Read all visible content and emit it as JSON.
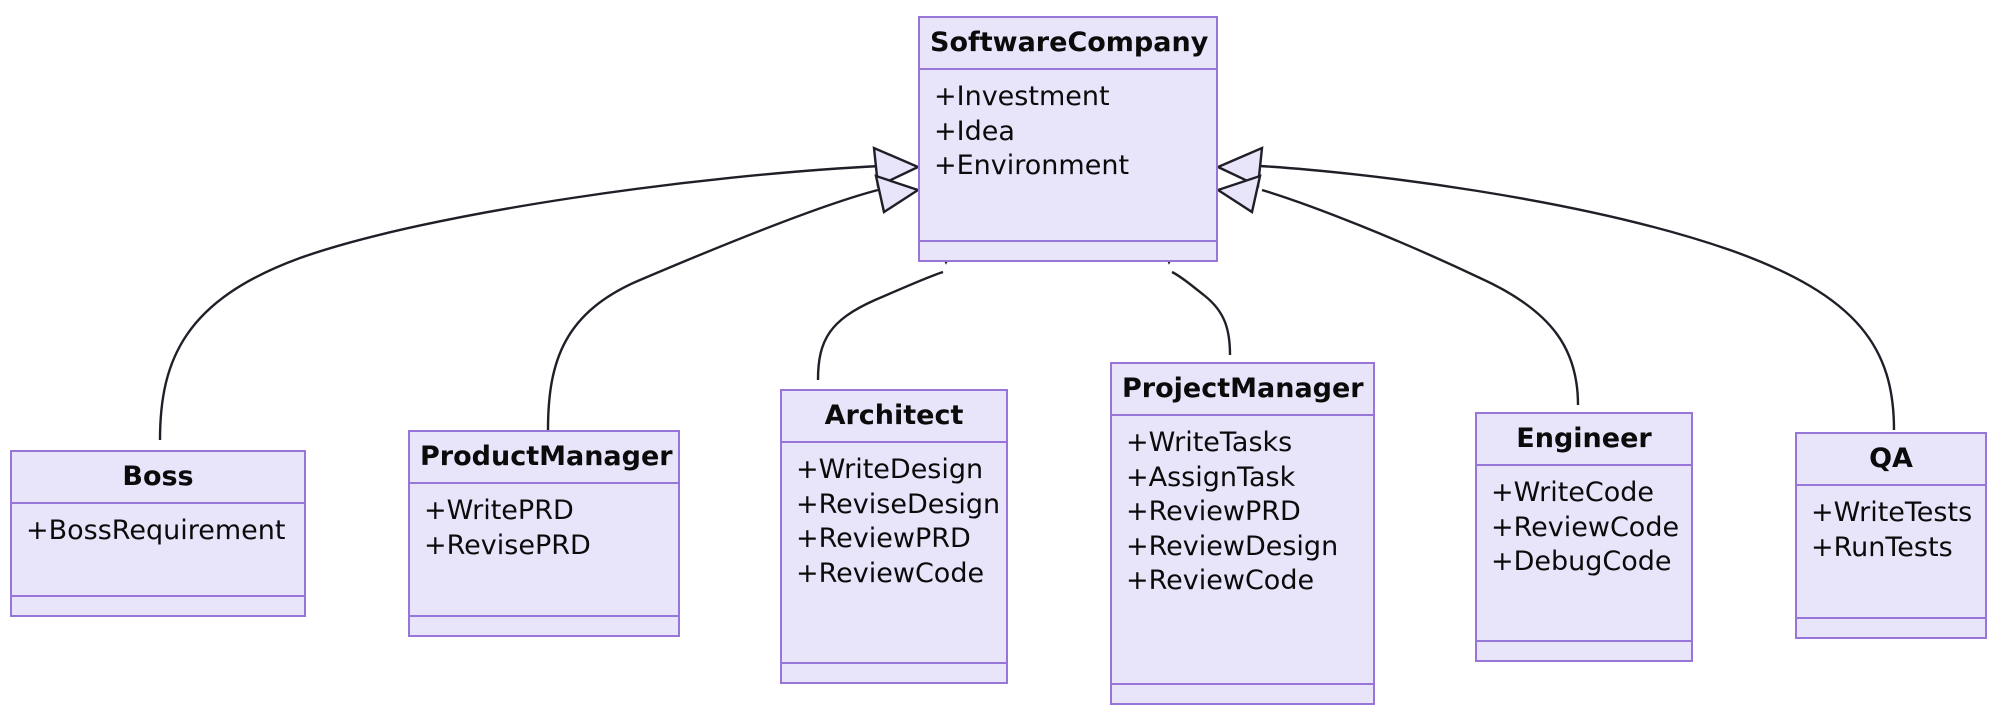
{
  "diagram": {
    "type": "uml-class-diagram",
    "relationship": "generalization",
    "colors": {
      "node_fill": "#e8e4fa",
      "node_stroke": "#9775d9",
      "edge_stroke": "#1f1f28",
      "text": "#0b0b0b",
      "background": "#ffffff"
    },
    "classes": [
      {
        "id": "software-company",
        "name": "SoftwareCompany",
        "attributes": [
          "+Investment",
          "+Idea",
          "+Environment"
        ],
        "methods": []
      },
      {
        "id": "boss",
        "name": "Boss",
        "attributes": [
          "+BossRequirement"
        ],
        "methods": []
      },
      {
        "id": "product-manager",
        "name": "ProductManager",
        "attributes": [
          "+WritePRD",
          "+RevisePRD"
        ],
        "methods": []
      },
      {
        "id": "architect",
        "name": "Architect",
        "attributes": [
          "+WriteDesign",
          "+ReviseDesign",
          "+ReviewPRD",
          "+ReviewCode"
        ],
        "methods": []
      },
      {
        "id": "project-manager",
        "name": "ProjectManager",
        "attributes": [
          "+WriteTasks",
          "+AssignTask",
          "+ReviewPRD",
          "+ReviewDesign",
          "+ReviewCode"
        ],
        "methods": []
      },
      {
        "id": "engineer",
        "name": "Engineer",
        "attributes": [
          "+WriteCode",
          "+ReviewCode",
          "+DebugCode"
        ],
        "methods": []
      },
      {
        "id": "qa",
        "name": "QA",
        "attributes": [
          "+WriteTests",
          "+RunTests"
        ],
        "methods": []
      }
    ],
    "edges": [
      {
        "from": "boss",
        "to": "software-company",
        "kind": "inheritance"
      },
      {
        "from": "product-manager",
        "to": "software-company",
        "kind": "inheritance"
      },
      {
        "from": "architect",
        "to": "software-company",
        "kind": "inheritance"
      },
      {
        "from": "project-manager",
        "to": "software-company",
        "kind": "inheritance"
      },
      {
        "from": "engineer",
        "to": "software-company",
        "kind": "inheritance"
      },
      {
        "from": "qa",
        "to": "software-company",
        "kind": "inheritance"
      }
    ]
  }
}
